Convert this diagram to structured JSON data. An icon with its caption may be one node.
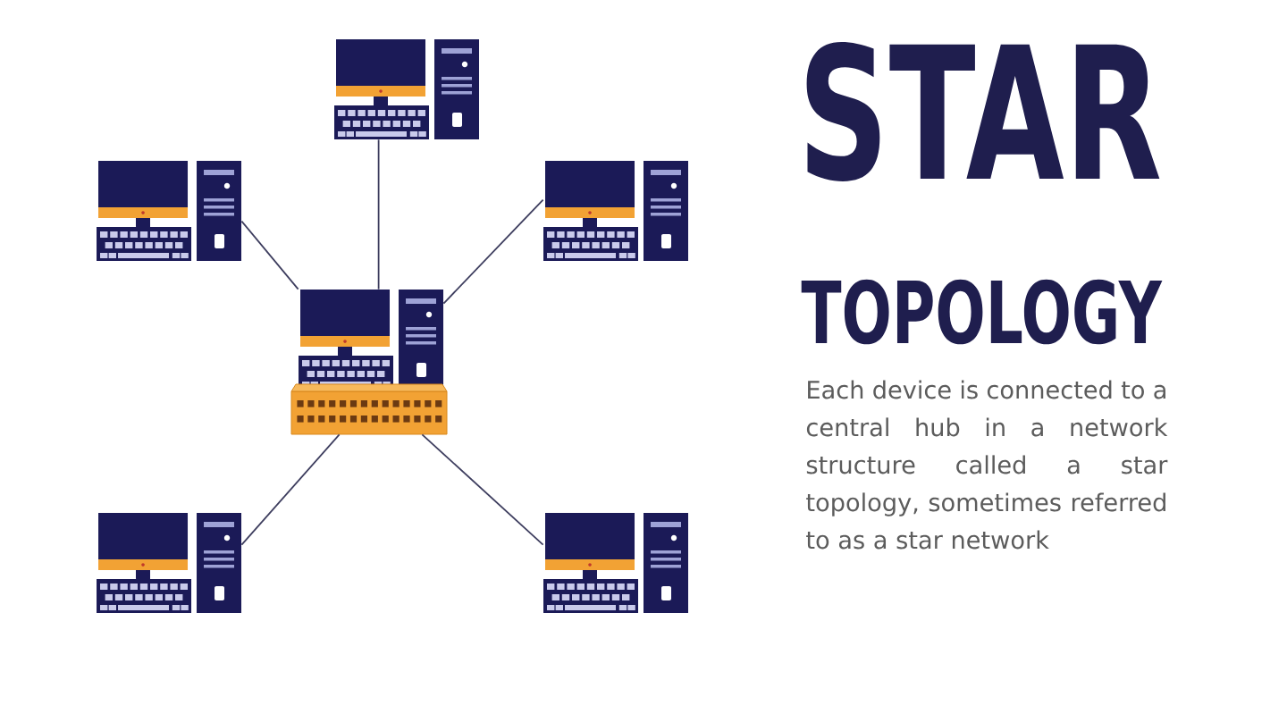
{
  "diagram": {
    "title": "STAR",
    "nodes": [
      {
        "text": [],
        "shape": "computer"
      },
      {
        "text": [],
        "shape": "computer"
      },
      {
        "text": [],
        "shape": "computer"
      },
      {
        "text": [],
        "shape": "computer"
      },
      {
        "text": [],
        "shape": "hub"
      },
      {
        "text": [],
        "shape": "computer"
      },
      {
        "text": [],
        "shape": "computer"
      }
    ],
    "edges": [
      {
        "from": 3,
        "to": 0,
        "arrow": "none"
      },
      {
        "from": 3,
        "to": 1,
        "arrow": "none"
      },
      {
        "from": 3,
        "to": 2,
        "arrow": "none"
      },
      {
        "from": 4,
        "to": 5,
        "arrow": "none"
      },
      {
        "from": 4,
        "to": 6,
        "arrow": "none"
      }
    ],
    "labels": [
      "TOPOLOGY",
      "Each device is connected to a central hub in a network structure called a star topology, sometimes referred to as a star network"
    ]
  }
}
